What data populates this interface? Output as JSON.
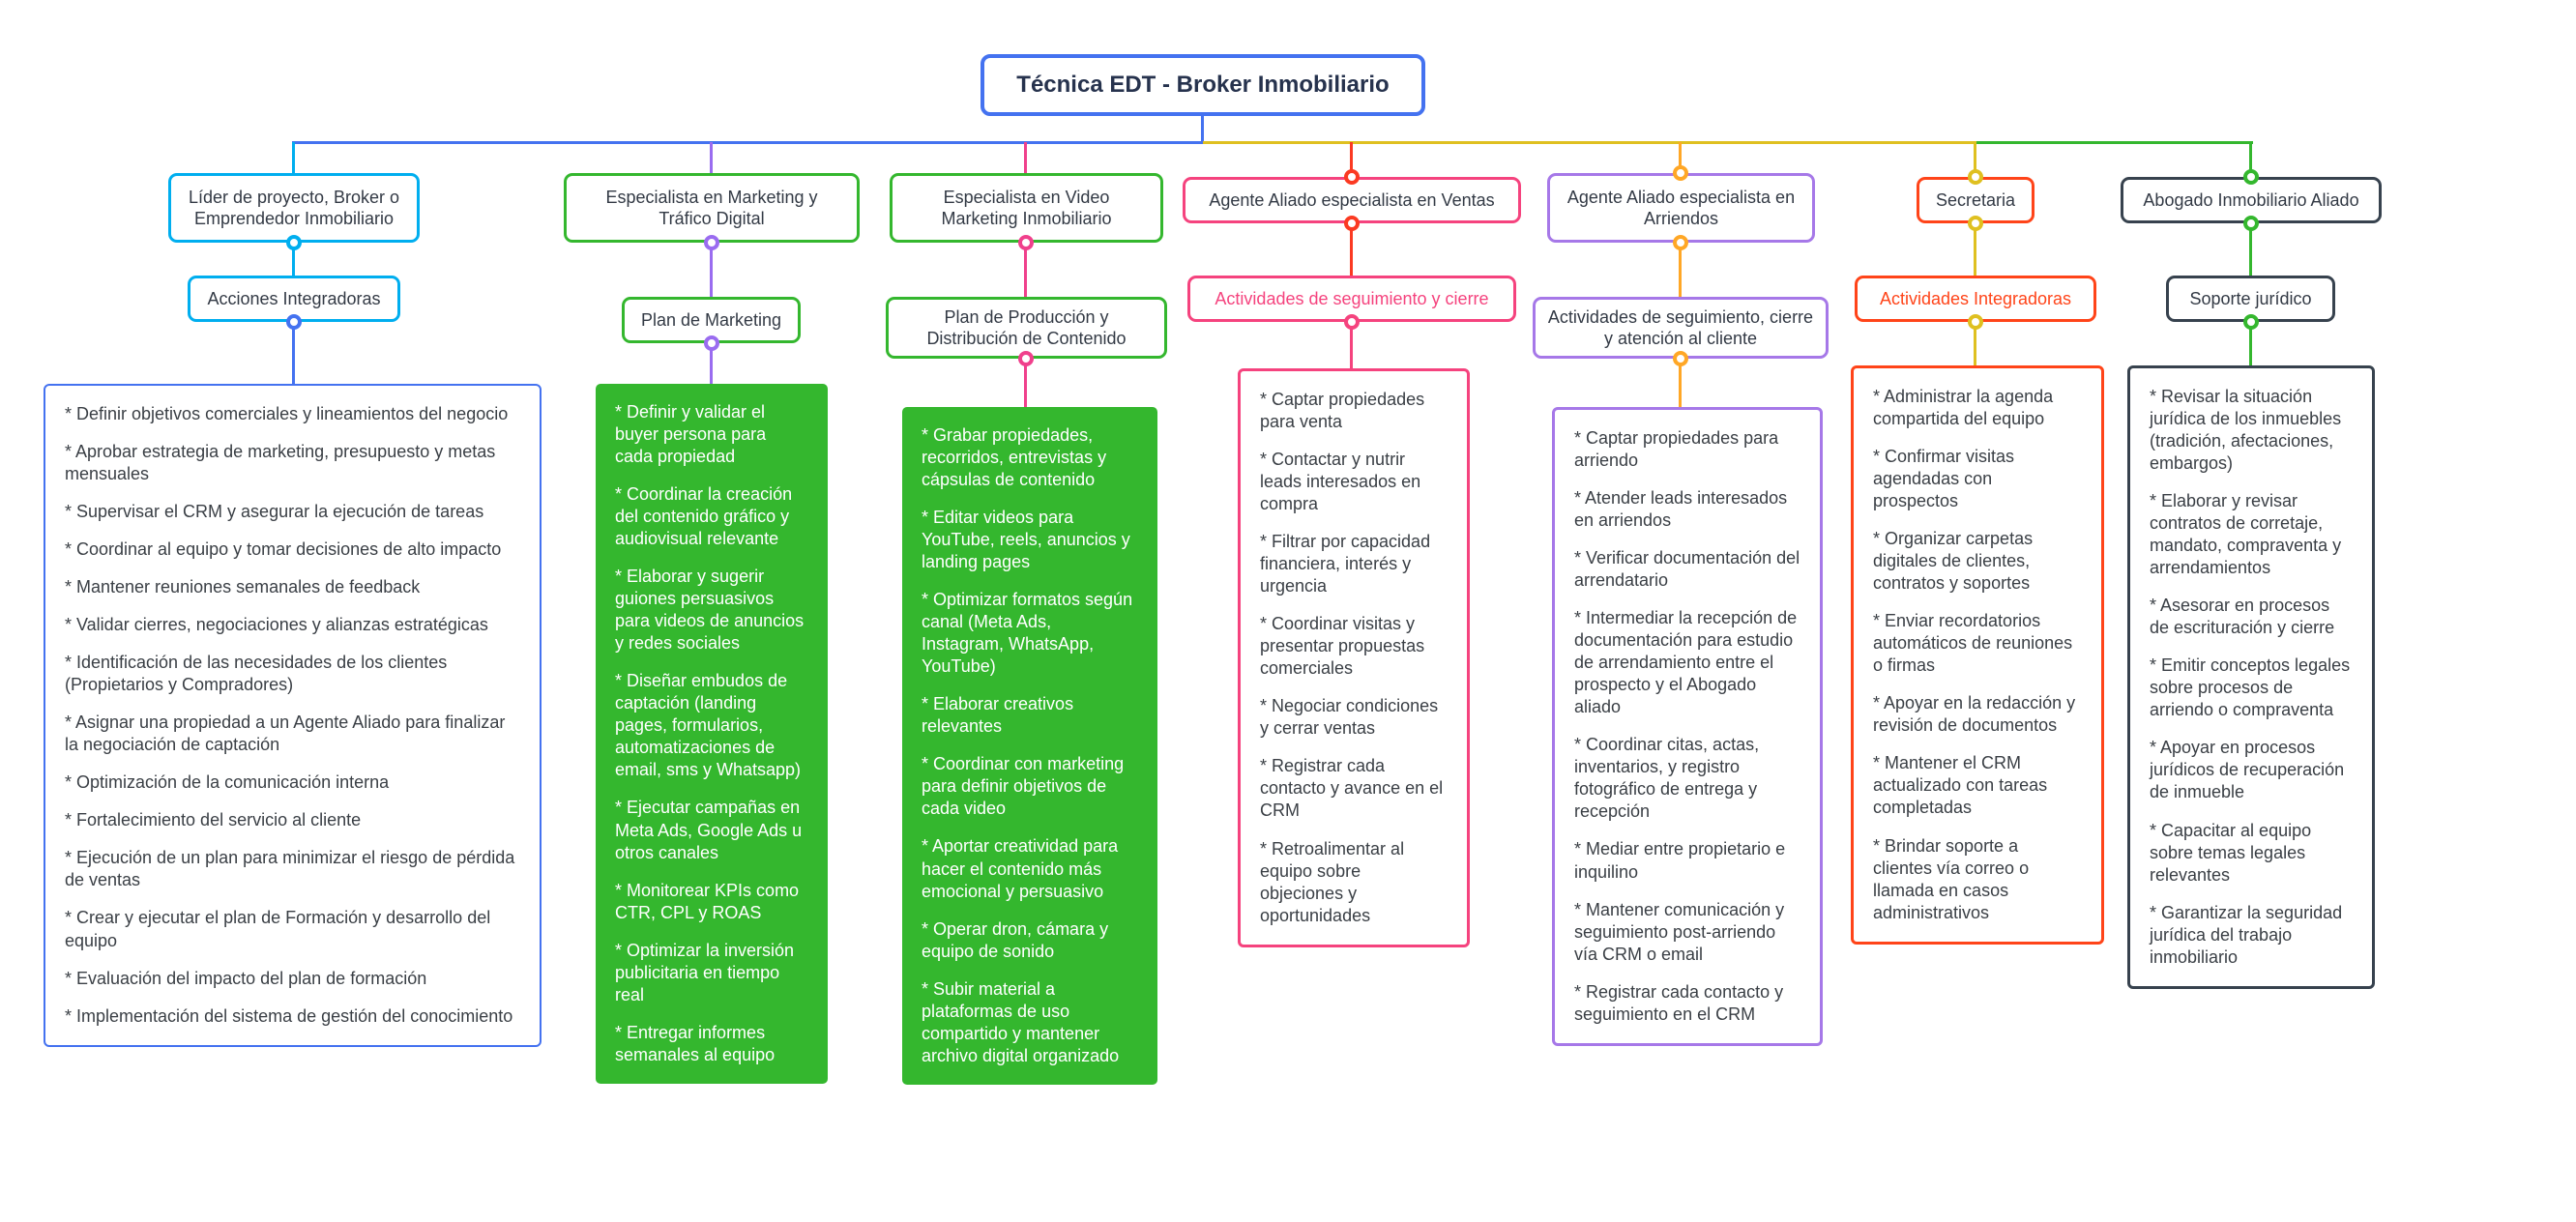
{
  "root": {
    "label": "Técnica EDT - Broker Inmobiliario",
    "color": "#4472f0",
    "text_color": "#26324d"
  },
  "branches": [
    {
      "title": "Líder de proyecto, Broker o Emprendedor Inmobiliario",
      "subtitle": "Acciones Integradoras",
      "box_color": "#00aeef",
      "edge_upper": "#00aeef",
      "edge_lower": "#4472f0",
      "leaf_color": "#4472f0",
      "subtitle_color": "#333a45",
      "items": [
        "* Definir objetivos comerciales y lineamientos del negocio",
        "* Aprobar estrategia de marketing, presupuesto y metas mensuales",
        "* Supervisar el CRM y asegurar la ejecución de tareas",
        "* Coordinar al equipo y tomar decisiones de alto impacto",
        "* Mantener reuniones semanales de feedback",
        "* Validar cierres, negociaciones y alianzas estratégicas",
        "* Identificación de las necesidades de los clientes (Propietarios y Compradores)",
        "* Asignar una propiedad a un Agente Aliado para finalizar la negociación de captación",
        "* Optimización de la comunicación interna",
        "* Fortalecimiento del servicio al cliente",
        "* Ejecución de un plan para minimizar el riesgo de pérdida de ventas",
        "* Crear y ejecutar el plan de Formación y desarrollo del equipo",
        "* Evaluación del impacto del plan de formación",
        "* Implementación del sistema de gestión del conocimiento"
      ]
    },
    {
      "title": "Especialista en Marketing y Tráfico Digital",
      "subtitle": "Plan de Marketing",
      "box_color": "#34b72e",
      "edge_upper": "#9a6cf0",
      "edge_lower": "#9a6cf0",
      "leaf_color": "#34b72e",
      "subtitle_color": "#333a45",
      "items": [
        "* Definir y validar el buyer persona para cada propiedad",
        "* Coordinar la creación del contenido gráfico y audiovisual relevante",
        "* Elaborar y sugerir guiones persuasivos para videos de anuncios y redes sociales",
        "* Diseñar embudos de captación (landing pages, formularios, automatizaciones de email, sms y Whatsapp)",
        "* Ejecutar campañas en Meta Ads, Google Ads u otros canales",
        "* Monitorear KPIs como CTR, CPL y ROAS",
        "* Optimizar la inversión publicitaria en tiempo real",
        "* Entregar informes semanales al equipo"
      ]
    },
    {
      "title": "Especialista en Video Marketing Inmobiliario",
      "subtitle": "Plan de Producción y Distribución de Contenido",
      "box_color": "#34b72e",
      "edge_upper": "#f0408c",
      "edge_lower": "#f0408c",
      "leaf_color": "#34b72e",
      "subtitle_color": "#333a45",
      "items": [
        "* Grabar propiedades, recorridos, entrevistas y cápsulas de contenido",
        "* Editar videos para YouTube, reels, anuncios y landing pages",
        "* Optimizar formatos según canal (Meta Ads, Instagram, WhatsApp, YouTube)",
        "* Elaborar creativos relevantes",
        "* Coordinar con marketing para definir objetivos de cada video",
        "* Aportar creatividad para hacer el contenido más emocional y persuasivo",
        "* Operar dron, cámara y equipo de sonido",
        "* Subir material a plataformas de uso compartido y mantener archivo digital organizado"
      ]
    },
    {
      "title": "Agente Aliado especialista en Ventas",
      "subtitle": "Actividades de seguimiento y cierre",
      "box_color": "#f5437e",
      "edge_upper": "#fb3a22",
      "edge_lower": "#f5437e",
      "leaf_color": "#f5437e",
      "subtitle_color": "#f5437e",
      "items": [
        "* Captar propiedades para venta",
        "* Contactar y nutrir leads interesados en compra",
        "* Filtrar por capacidad financiera, interés y urgencia",
        "* Coordinar visitas y presentar propuestas comerciales",
        "* Negociar condiciones y cerrar ventas",
        "* Registrar cada contacto y avance en el CRM",
        "* Retroalimentar al equipo sobre objeciones y oportunidades"
      ]
    },
    {
      "title": "Agente Aliado especialista en Arriendos",
      "subtitle": "Actividades de seguimiento, cierre y atención al cliente",
      "box_color": "#a678e8",
      "edge_upper": "#ffa726",
      "edge_lower": "#ffa726",
      "leaf_color": "#a678e8",
      "subtitle_color": "#333a45",
      "items": [
        "* Captar propiedades para arriendo",
        "* Atender leads interesados en arriendos",
        "* Verificar documentación del arrendatario",
        "* Intermediar la recepción de documentación para estudio de arrendamiento entre el prospecto y el Abogado aliado",
        "* Coordinar citas, actas, inventarios, y registro fotográfico de entrega y recepción",
        "* Mediar entre propietario e inquilino",
        "* Mantener comunicación y seguimiento post-arriendo vía CRM o email",
        "* Registrar cada contacto y seguimiento en el CRM"
      ]
    },
    {
      "title": "Secretaria",
      "subtitle": "Actividades Integradoras",
      "box_color": "#ff4419",
      "edge_upper": "#dfc020",
      "edge_lower": "#dfc020",
      "leaf_color": "#ff4419",
      "subtitle_color": "#ff4419",
      "items": [
        "* Administrar la agenda compartida del equipo",
        "* Confirmar visitas agendadas con prospectos",
        "* Organizar carpetas digitales de clientes, contratos y soportes",
        "* Enviar recordatorios automáticos de reuniones o firmas",
        "* Apoyar en la redacción y revisión de documentos",
        "* Mantener el CRM actualizado con tareas completadas",
        "* Brindar soporte a clientes vía correo o llamada en casos administrativos"
      ]
    },
    {
      "title": "Abogado Inmobiliario Aliado",
      "subtitle": "Soporte jurídico",
      "box_color": "#37424e",
      "edge_upper": "#34b72e",
      "edge_lower": "#34b72e",
      "leaf_color": "#37424e",
      "subtitle_color": "#333a45",
      "items": [
        "* Revisar la situación jurídica de los inmuebles (tradición, afectaciones, embargos)",
        "* Elaborar y revisar contratos de corretaje, mandato, compraventa y arrendamientos",
        "* Asesorar en procesos de escrituración y cierre",
        "* Emitir conceptos legales sobre procesos de arriendo o compraventa",
        "* Apoyar en procesos jurídicos de recuperación de inmueble",
        "* Capacitar al equipo sobre temas legales relevantes",
        "* Garantizar la seguridad jurídica del trabajo inmobiliario"
      ]
    }
  ]
}
